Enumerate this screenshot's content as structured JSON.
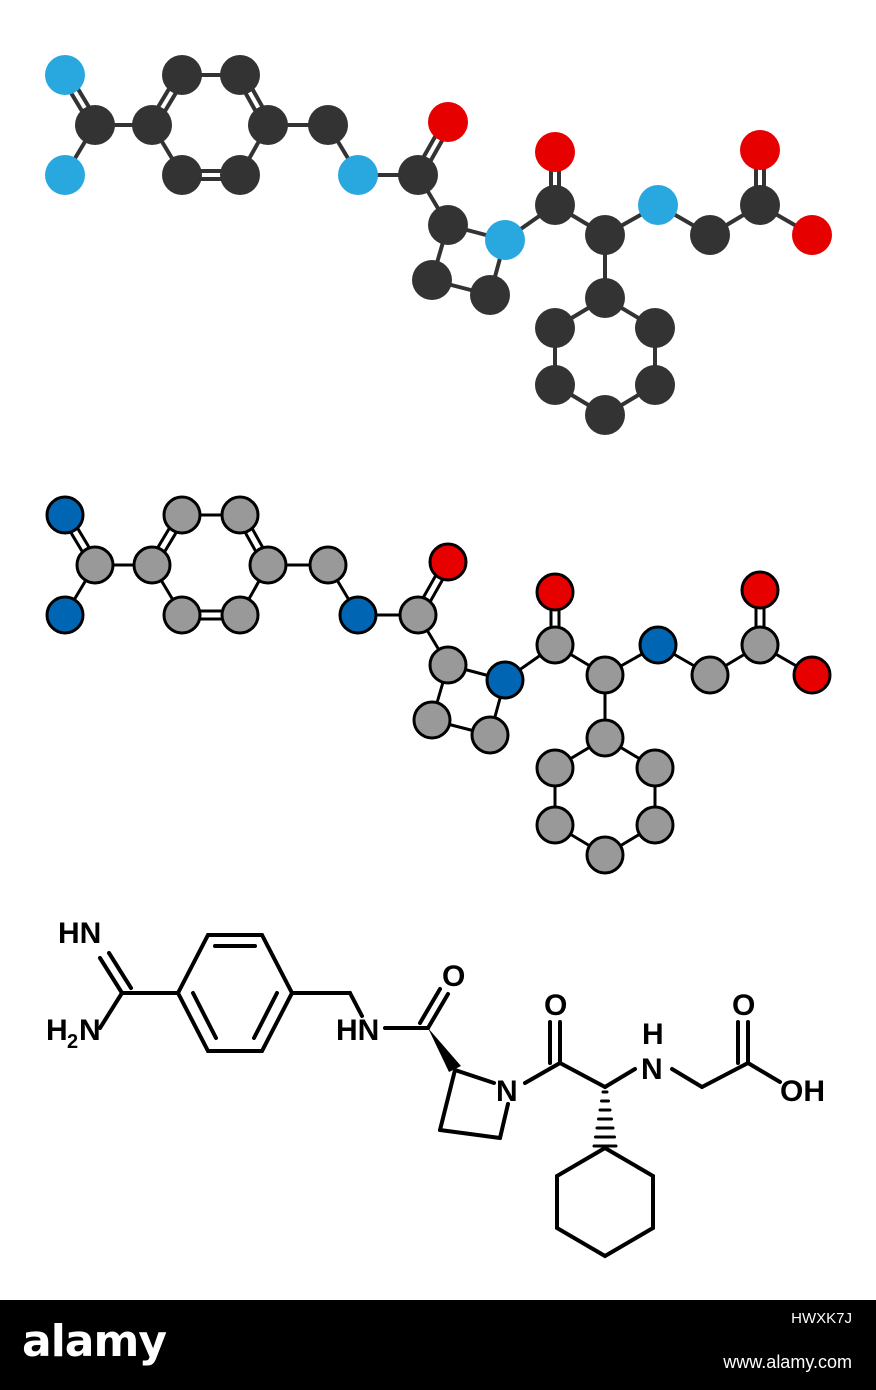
{
  "skeletal_labels": {
    "imine_nh": "HN",
    "amine_h2n_h": "H",
    "amine_h2n_sub": "2",
    "amine_h2n_n": "N",
    "amide_nh": "HN",
    "amide_o": "O",
    "azetidine_n": "N",
    "ketone_o": "O",
    "amine_h": "H",
    "amine_n": "N",
    "acid_o": "O",
    "acid_oh": "OH"
  },
  "footer": {
    "brand": "alamy",
    "stock_id": "HWXK7J",
    "site": "www.alamy.com"
  },
  "colors": {
    "carbon_dark": "#333333",
    "nitrogen_light": "#29a8e0",
    "oxygen": "#e60000",
    "carbon_gray": "#999999",
    "nitrogen_dark": "#0066b3",
    "bond": "#000000",
    "footer_bg": "#000000"
  }
}
